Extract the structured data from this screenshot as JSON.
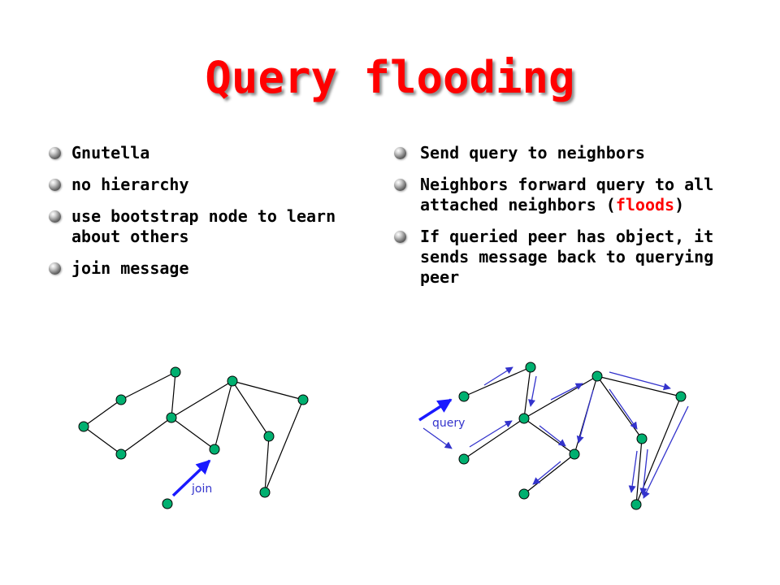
{
  "title": "Query  flooding",
  "left_bullets": [
    "Gnutella",
    "no hierarchy",
    "use bootstrap node to learn about others",
    "join message"
  ],
  "right_bullets": [
    {
      "text": "Send query to neighbors"
    },
    {
      "before": "Neighbors forward query to all attached neighbors (",
      "highlight": "floods",
      "after": ")"
    },
    {
      "text": "If queried peer has object, it sends message back to querying peer"
    }
  ],
  "diagram_labels": {
    "join": "join",
    "query": "query"
  },
  "colors": {
    "title": "#ff0000",
    "highlight": "#ff0000",
    "node": "#00b070",
    "edge": "#000000",
    "arrow": "#3333cc",
    "label": "#3333cc"
  }
}
